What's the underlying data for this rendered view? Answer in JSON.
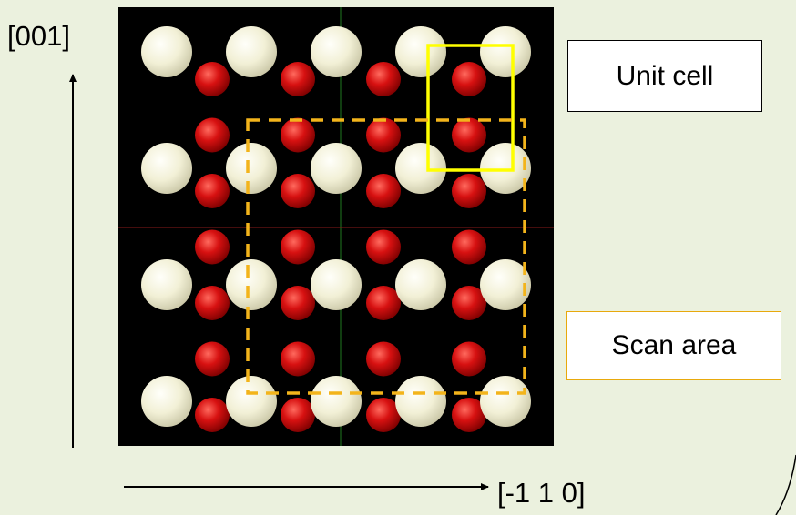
{
  "axes": {
    "vertical_label": "[001]",
    "horizontal_label": "[-1 1 0]"
  },
  "callouts": {
    "unit_cell": "Unit cell",
    "scan_area": "Scan area"
  },
  "colors": {
    "background": "#EBF1DE",
    "panel": "#000000",
    "large_atom": "#F2F0D6",
    "small_atom": "#D71111",
    "unit_cell_outline": "#FFFF00",
    "scan_area_outline": "#F3B41B",
    "guide_line_vertical": "#1F7A1F",
    "guide_line_horizontal": "#8A1A1A"
  },
  "atoms": {
    "large_icon": "white-sphere-icon",
    "small_icon": "red-sphere-icon",
    "large_rows": 4,
    "large_per_row": 5,
    "small_rows": 7,
    "small_per_row": 4
  }
}
